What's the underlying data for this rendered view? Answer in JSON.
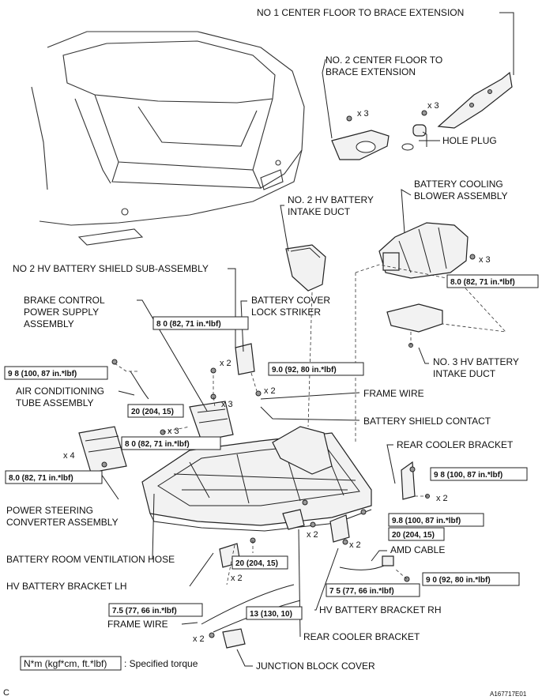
{
  "labels": {
    "no1_center_floor": "NO 1 CENTER FLOOR TO BRACE EXTENSION",
    "no2_center_floor_l1": "NO. 2 CENTER FLOOR TO",
    "no2_center_floor_l2": "BRACE EXTENSION",
    "hole_plug": "HOLE PLUG",
    "blower_l1": "BATTERY COOLING",
    "blower_l2": "BLOWER ASSEMBLY",
    "no2_intake_l1": "NO. 2 HV BATTERY",
    "no2_intake_l2": "INTAKE DUCT",
    "no2_shield": "NO 2 HV BATTERY SHIELD SUB-ASSEMBLY",
    "brake_l1": "BRAKE CONTROL",
    "brake_l2": "POWER SUPPLY",
    "brake_l3": "ASSEMBLY",
    "striker_l1": "BATTERY COVER",
    "striker_l2": "LOCK STRIKER",
    "no3_intake_l1": "NO. 3 HV BATTERY",
    "no3_intake_l2": "INTAKE DUCT",
    "ac_tube_l1": "AIR CONDITIONING",
    "ac_tube_l2": "TUBE ASSEMBLY",
    "frame_wire": "FRAME WIRE",
    "shield_contact": "BATTERY SHIELD CONTACT",
    "rear_cooler_top": "REAR COOLER BRACKET",
    "ps_conv_l1": "POWER STEERING",
    "ps_conv_l2": "CONVERTER ASSEMBLY",
    "vent_hose": "BATTERY ROOM VENTILATION HOSE",
    "bracket_lh": "HV BATTERY BRACKET LH",
    "amd_cable": "AMD CABLE",
    "bracket_rh": "HV BATTERY BRACKET RH",
    "frame_wire_2": "FRAME WIRE",
    "rear_cooler_bottom": "REAR COOLER BRACKET",
    "junction_cover": "JUNCTION BLOCK COVER",
    "legend_box": "N*m (kgf*cm, ft.*lbf)",
    "legend_text": ": Specified torque",
    "corner_left": "C",
    "corner_right": "A167717E01"
  },
  "quantities": {
    "q_no2_ext": "x 3",
    "q_no1_ext": "x 3",
    "q_blower": "x 3",
    "q_striker": "x 2",
    "q_shield_bolts": "x 3",
    "q_frame_bolts": "x 2",
    "q_brake": "x 3",
    "q_ps": "x 4",
    "q_rear_cooler": "x 2",
    "q_bracket_rh_a": "x 2",
    "q_bracket_rh_b": "x 2",
    "q_bracket_lh": "x 2",
    "q_frame_wire": "x 2"
  },
  "torques": {
    "t_blower": "8.0 (82, 71 in.*lbf)",
    "t_shield": "8 0 (82, 71 in.*lbf)",
    "t_frame": "9.0 (92, 80 in.*lbf)",
    "t_ac": "9 8 (100, 87 in.*lbf)",
    "t_brake_bolt": "20 (204, 15)",
    "t_center": "8 0 (82, 71 in.*lbf)",
    "t_ps": "8.0 (82, 71 in.*lbf)",
    "t_rear_cooler": "9 8 (100, 87 in.*lbf)",
    "t_battery_mid": "9.8 (100, 87 in.*lbf)",
    "t_battery_20": "20 (204, 15)",
    "t_lh": "20 (204, 15)",
    "t_amd": "9 0 (92, 80 in.*lbf)",
    "t_rh": "7 5 (77, 66 in.*lbf)",
    "t_frame_wire": "7.5 (77, 66 in.*lbf)",
    "t_junction": "13 (130, 10)"
  }
}
